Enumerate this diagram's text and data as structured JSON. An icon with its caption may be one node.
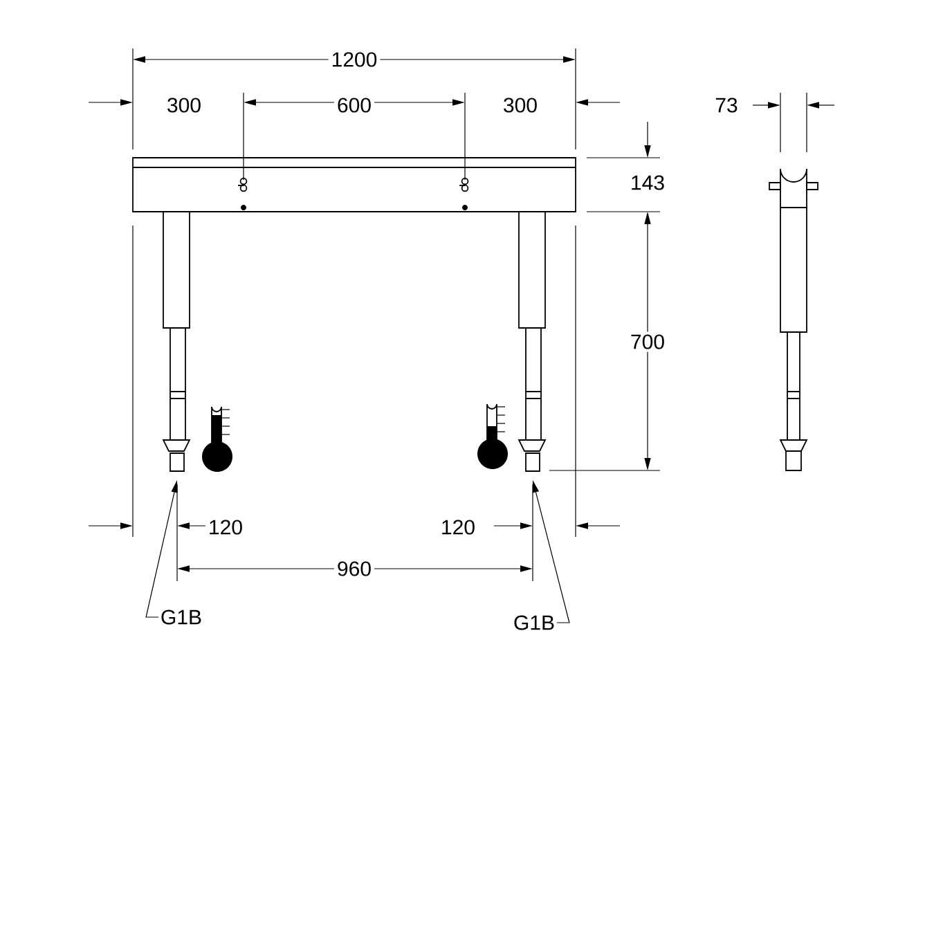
{
  "diagram": {
    "nodes": [
      {
        "text": [
          "G1B"
        ]
      },
      {
        "text": [
          "G1B"
        ]
      },
      {
        "text": [],
        "shape": "box"
      },
      {
        "text": [],
        "shape": "box"
      }
    ],
    "edges": [
      {
        "from": 0,
        "to": 2,
        "arrow": "to"
      },
      {
        "from": 1,
        "to": 3,
        "arrow": "to"
      }
    ],
    "labels": [
      "1200",
      "300",
      "600",
      "300",
      "73",
      "143",
      "700",
      "120",
      "120",
      "960"
    ]
  }
}
